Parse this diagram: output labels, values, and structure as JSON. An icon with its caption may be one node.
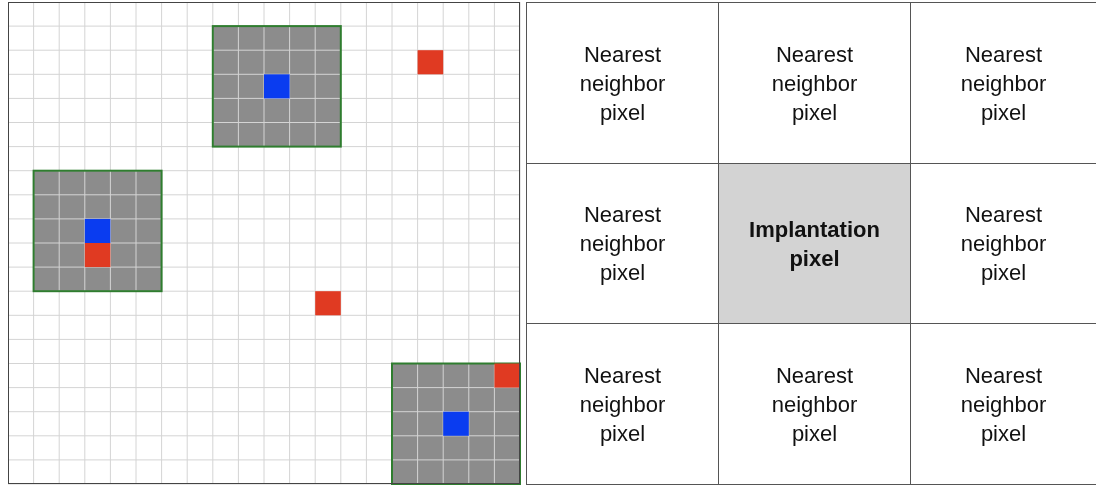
{
  "diagram": {
    "labels": [
      "Nearest neighbor pixel",
      "Nearest neighbor pixel",
      "Nearest neighbor pixel",
      "Nearest neighbor pixel",
      "Implantation pixel",
      "Nearest neighbor pixel",
      "Nearest neighbor pixel",
      "Nearest neighbor pixel",
      "Nearest neighbor pixel"
    ]
  }
}
